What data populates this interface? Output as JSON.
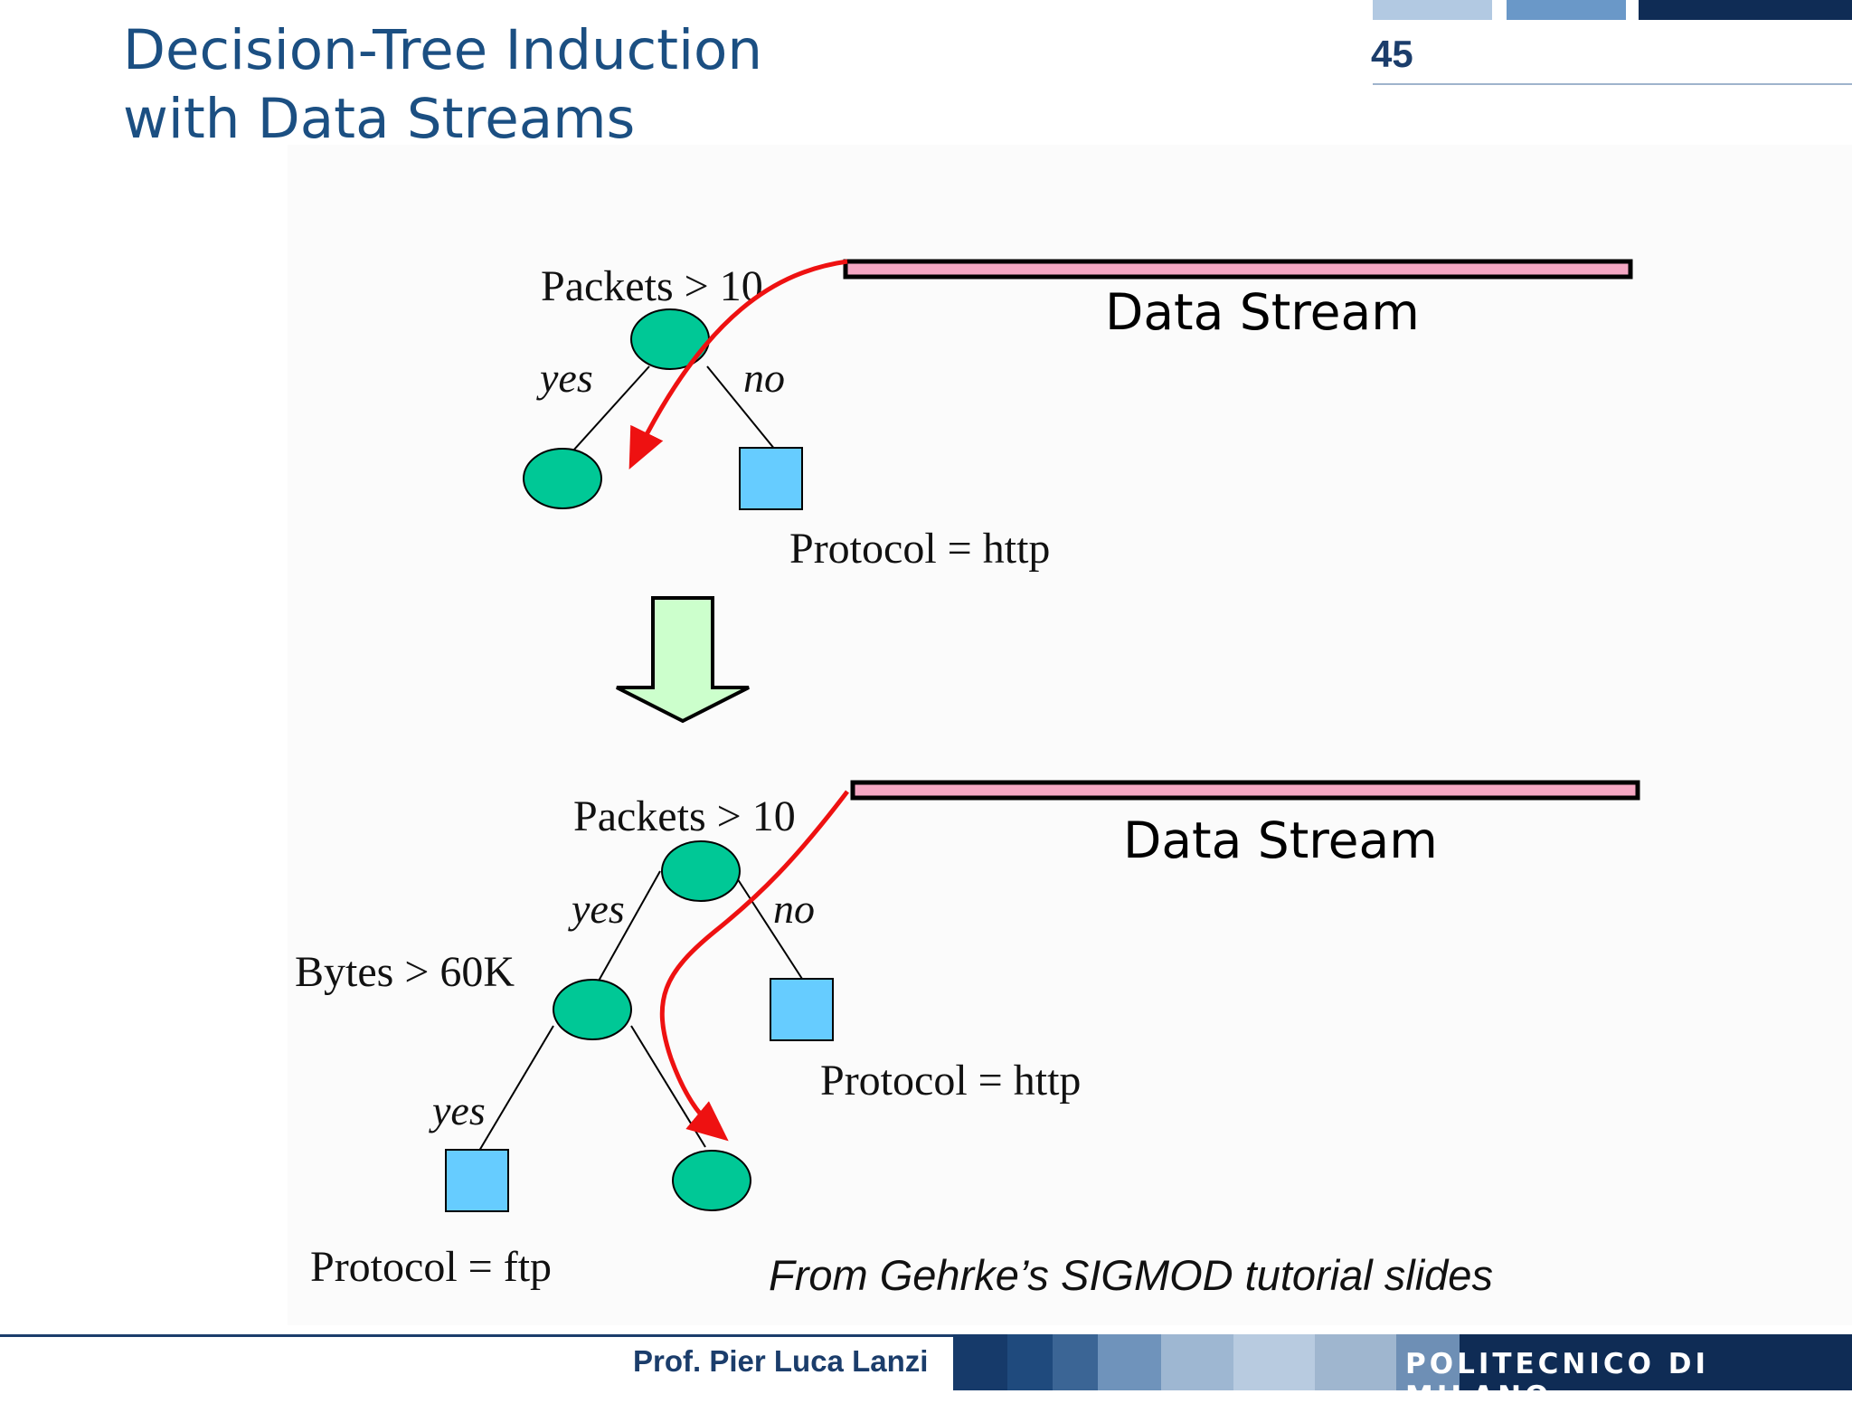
{
  "slide": {
    "title_line1": "Decision-Tree Induction",
    "title_line2": "with Data Streams",
    "page_number": "45"
  },
  "diagram": {
    "top": {
      "stream_label": "Data Stream",
      "root_test": "Packets > 10",
      "yes_label": "yes",
      "no_label": "no",
      "leaf_label": "Protocol = http"
    },
    "bottom": {
      "stream_label": "Data Stream",
      "root_test": "Packets > 10",
      "yes_label": "yes",
      "no_label": "no",
      "inner_test": "Bytes > 60K",
      "inner_yes_label": "yes",
      "leaf_label_right": "Protocol = http",
      "leaf_label_left": "Protocol = ftp"
    },
    "source_note": "From Gehrke’s SIGMOD tutorial slides",
    "colors": {
      "node_fill": "#00c896",
      "leaf_fill": "#66ccff",
      "stream_fill": "#f4a7c3",
      "arrow_color": "#ee1111",
      "transition_arrow_fill": "#ccffcc"
    }
  },
  "footer": {
    "author": "Prof. Pier Luca Lanzi",
    "brand": "POLITECNICO DI MILANO"
  }
}
